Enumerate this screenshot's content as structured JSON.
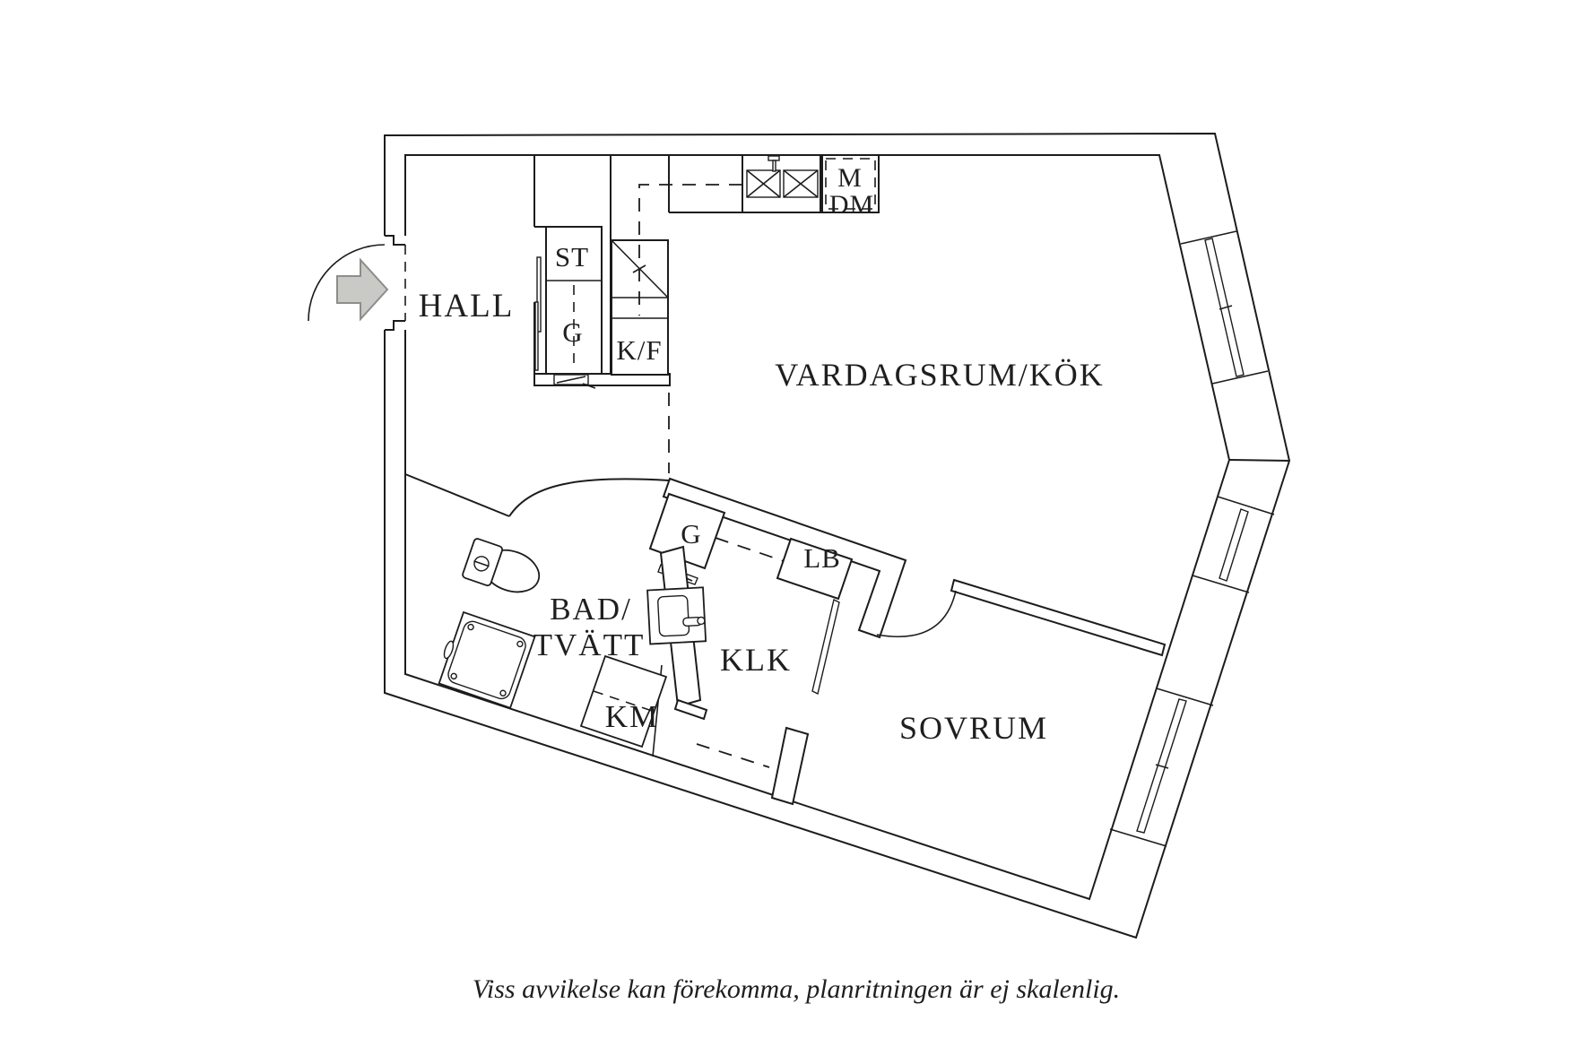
{
  "figure": {
    "kind": "apartment-floor-plan"
  },
  "rooms": {
    "hall": "HALL",
    "livingroom_kitchen": "VARDAGSRUM/KÖK",
    "bathroom_line1": "BAD/",
    "bathroom_line2": "TVÄTT",
    "walk_in_closet": "KLK",
    "bedroom": "SOVRUM"
  },
  "fixtures": {
    "hall_closet_st": "ST",
    "hall_closet_g": "G",
    "fridge_freezer": "K/F",
    "microwave": "M",
    "dishwasher": "DM",
    "klk_closet_g": "G",
    "linen_cabinet": "LB",
    "washing_machine": "KM"
  },
  "caption": "Viss avvikelse kan förekomma, planritningen är ej skalenlig.",
  "colors": {
    "line": "#1c1c1c",
    "arrow_fill": "#c9c9c5",
    "arrow_stroke": "#8d8d8a",
    "background": "#ffffff"
  },
  "icons": {
    "entry_arrow": "entry-direction-arrow"
  }
}
